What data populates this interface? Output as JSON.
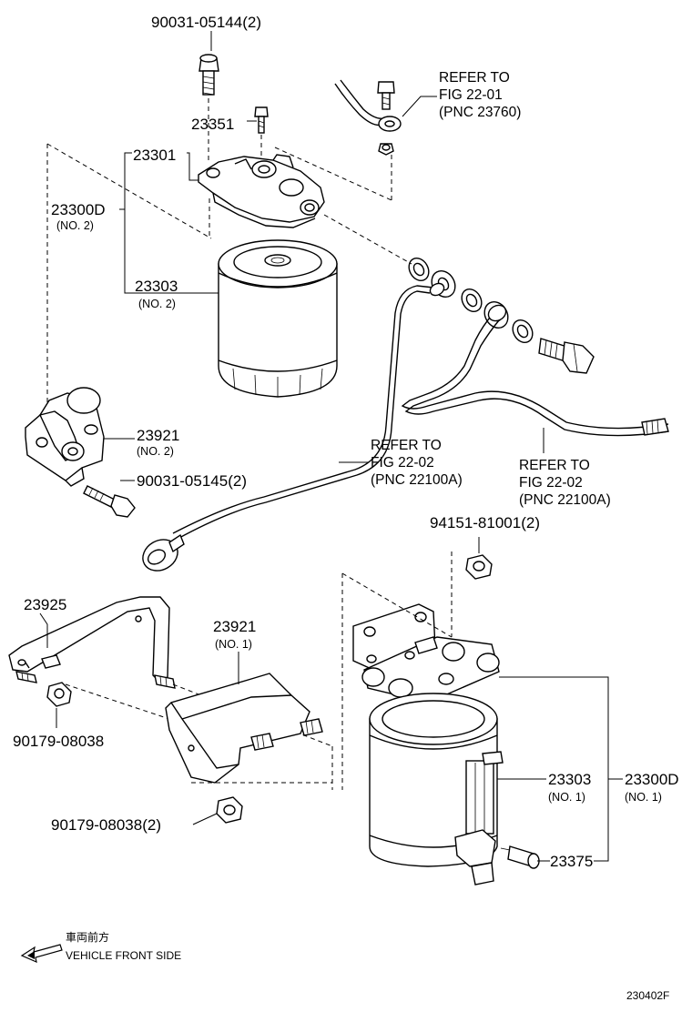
{
  "callouts": {
    "bolt_top": "90031-05144(2)",
    "screw_23351": "23351",
    "head_23301": "23301",
    "assy_no2": "23300D",
    "assy_no2_sub": "(NO. 2)",
    "filter_no2": "23303",
    "filter_no2_sub": "(NO. 2)",
    "bracket_no2": "23921",
    "bracket_no2_sub": "(NO. 2)",
    "bolt_mid": "90031-05145(2)",
    "nut_top_right": "94151-81001(2)",
    "bracket_23925": "23925",
    "bracket_no1": "23921",
    "bracket_no1_sub": "(NO. 1)",
    "nut_single": "90179-08038",
    "nut_pair": "90179-08038(2)",
    "filter_no1": "23303",
    "filter_no1_sub": "(NO. 1)",
    "assy_no1": "23300D",
    "assy_no1_sub": "(NO. 1)",
    "switch_23375": "23375"
  },
  "refer_notes": {
    "r1": [
      "REFER TO",
      "FIG 22-01",
      "(PNC 23760)"
    ],
    "r2": [
      "REFER TO",
      "FIG 22-02",
      "(PNC 22100A)"
    ],
    "r3": [
      "REFER TO",
      "FIG 22-02",
      "(PNC 22100A)"
    ]
  },
  "direction": {
    "label_jp": "車両前方",
    "label_en": "VEHICLE FRONT SIDE",
    "arrow_icon": "arrow-left-icon"
  },
  "figure_code": "230402F"
}
